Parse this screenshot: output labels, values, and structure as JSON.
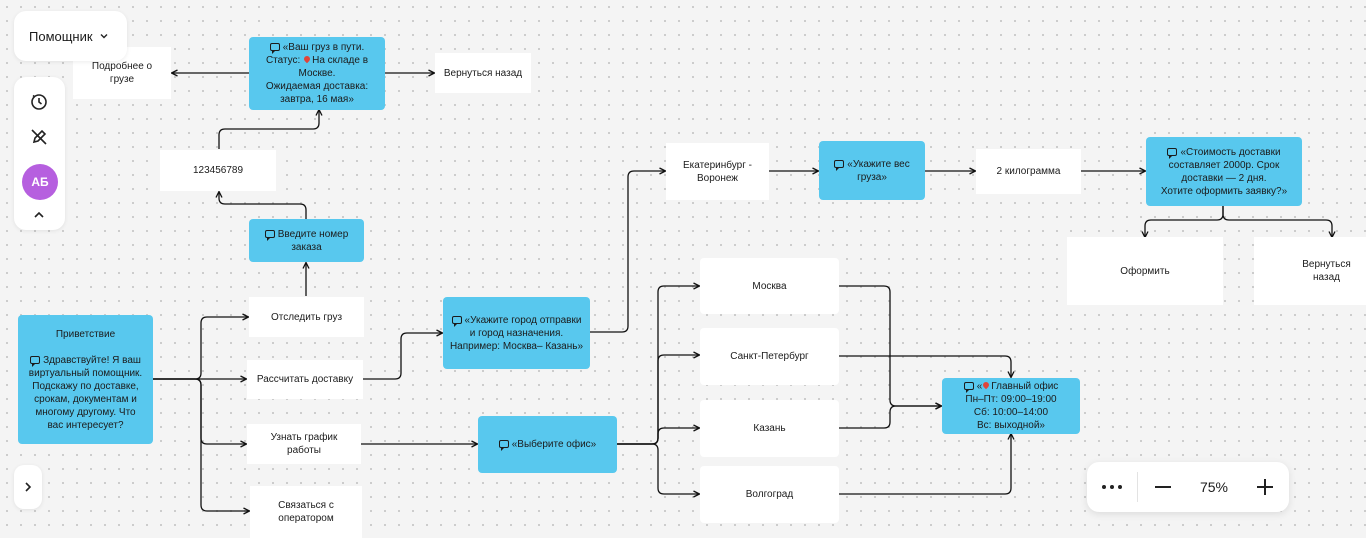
{
  "assistant_menu": {
    "label": "Помощник",
    "icon": "chevron-down-icon"
  },
  "toolbar": {
    "history_icon": "history-icon",
    "no_edit_icon": "pen-off-icon",
    "avatar_initials": "АБ",
    "avatar_color": "#b65fdf",
    "collapse_icon": "chevron-up-icon"
  },
  "expand_icon": "chevron-right-icon",
  "zoom": {
    "more_icon": "more-horizontal-icon",
    "minus_icon": "minus-icon",
    "level": "75%",
    "plus_icon": "plus-icon"
  },
  "colors": {
    "message_node": "#58c8ee",
    "option_node": "#ffffff",
    "edge": "#111111",
    "canvas": "#f4f4f4"
  },
  "nodes": {
    "more_cargo": "Подробнее о грузе",
    "cargo_status": "«Ваш груз в пути.\nСтатус: ",
    "cargo_status_rest": "На складе в\nМоскве.\nОжидаемая доставка:\nзавтра, 16 мая»",
    "back_top": "Вернуться назад",
    "order_number": "123456789",
    "enter_order": "Введите номер\nзаказа",
    "route": "Екатеринбург -\nВоронеж",
    "ask_weight": "«Укажите вес\nгруза»",
    "weight": "2 килограмма",
    "cost": "«Стоимость доставки\nсоставляет 2000р. Срок\nдоставки — 2 дня.\nХотите оформить заявку?»",
    "submit": "Оформить",
    "back_right": "Вернуться назад",
    "greeting_title": "Приветствие",
    "greeting_text": "Здравствуйте! Я ваш\nвиртуальный помощник.\nПодскажу по доставке,\nсрокам, документам и\nмногому другому. Что\nвас интересует?",
    "track": "Отследить груз",
    "calc": "Рассчитать доставку",
    "schedule": "Узнать график работы",
    "operator": "Связаться с\nоператором",
    "ask_city": "«Укажите город отправки\nи город назначения.\nНапример: Москва– Казань»",
    "choose_office": "«Выберите офис»",
    "moscow": "Москва",
    "spb": "Санкт-Петербург",
    "kazan": "Казань",
    "volgograd": "Волгоград",
    "office_title": "«",
    "office_text": "Главный офис\nПн–Пт: 09:00–19:00\nСб: 10:00–14:00\nВс: выходной»"
  }
}
